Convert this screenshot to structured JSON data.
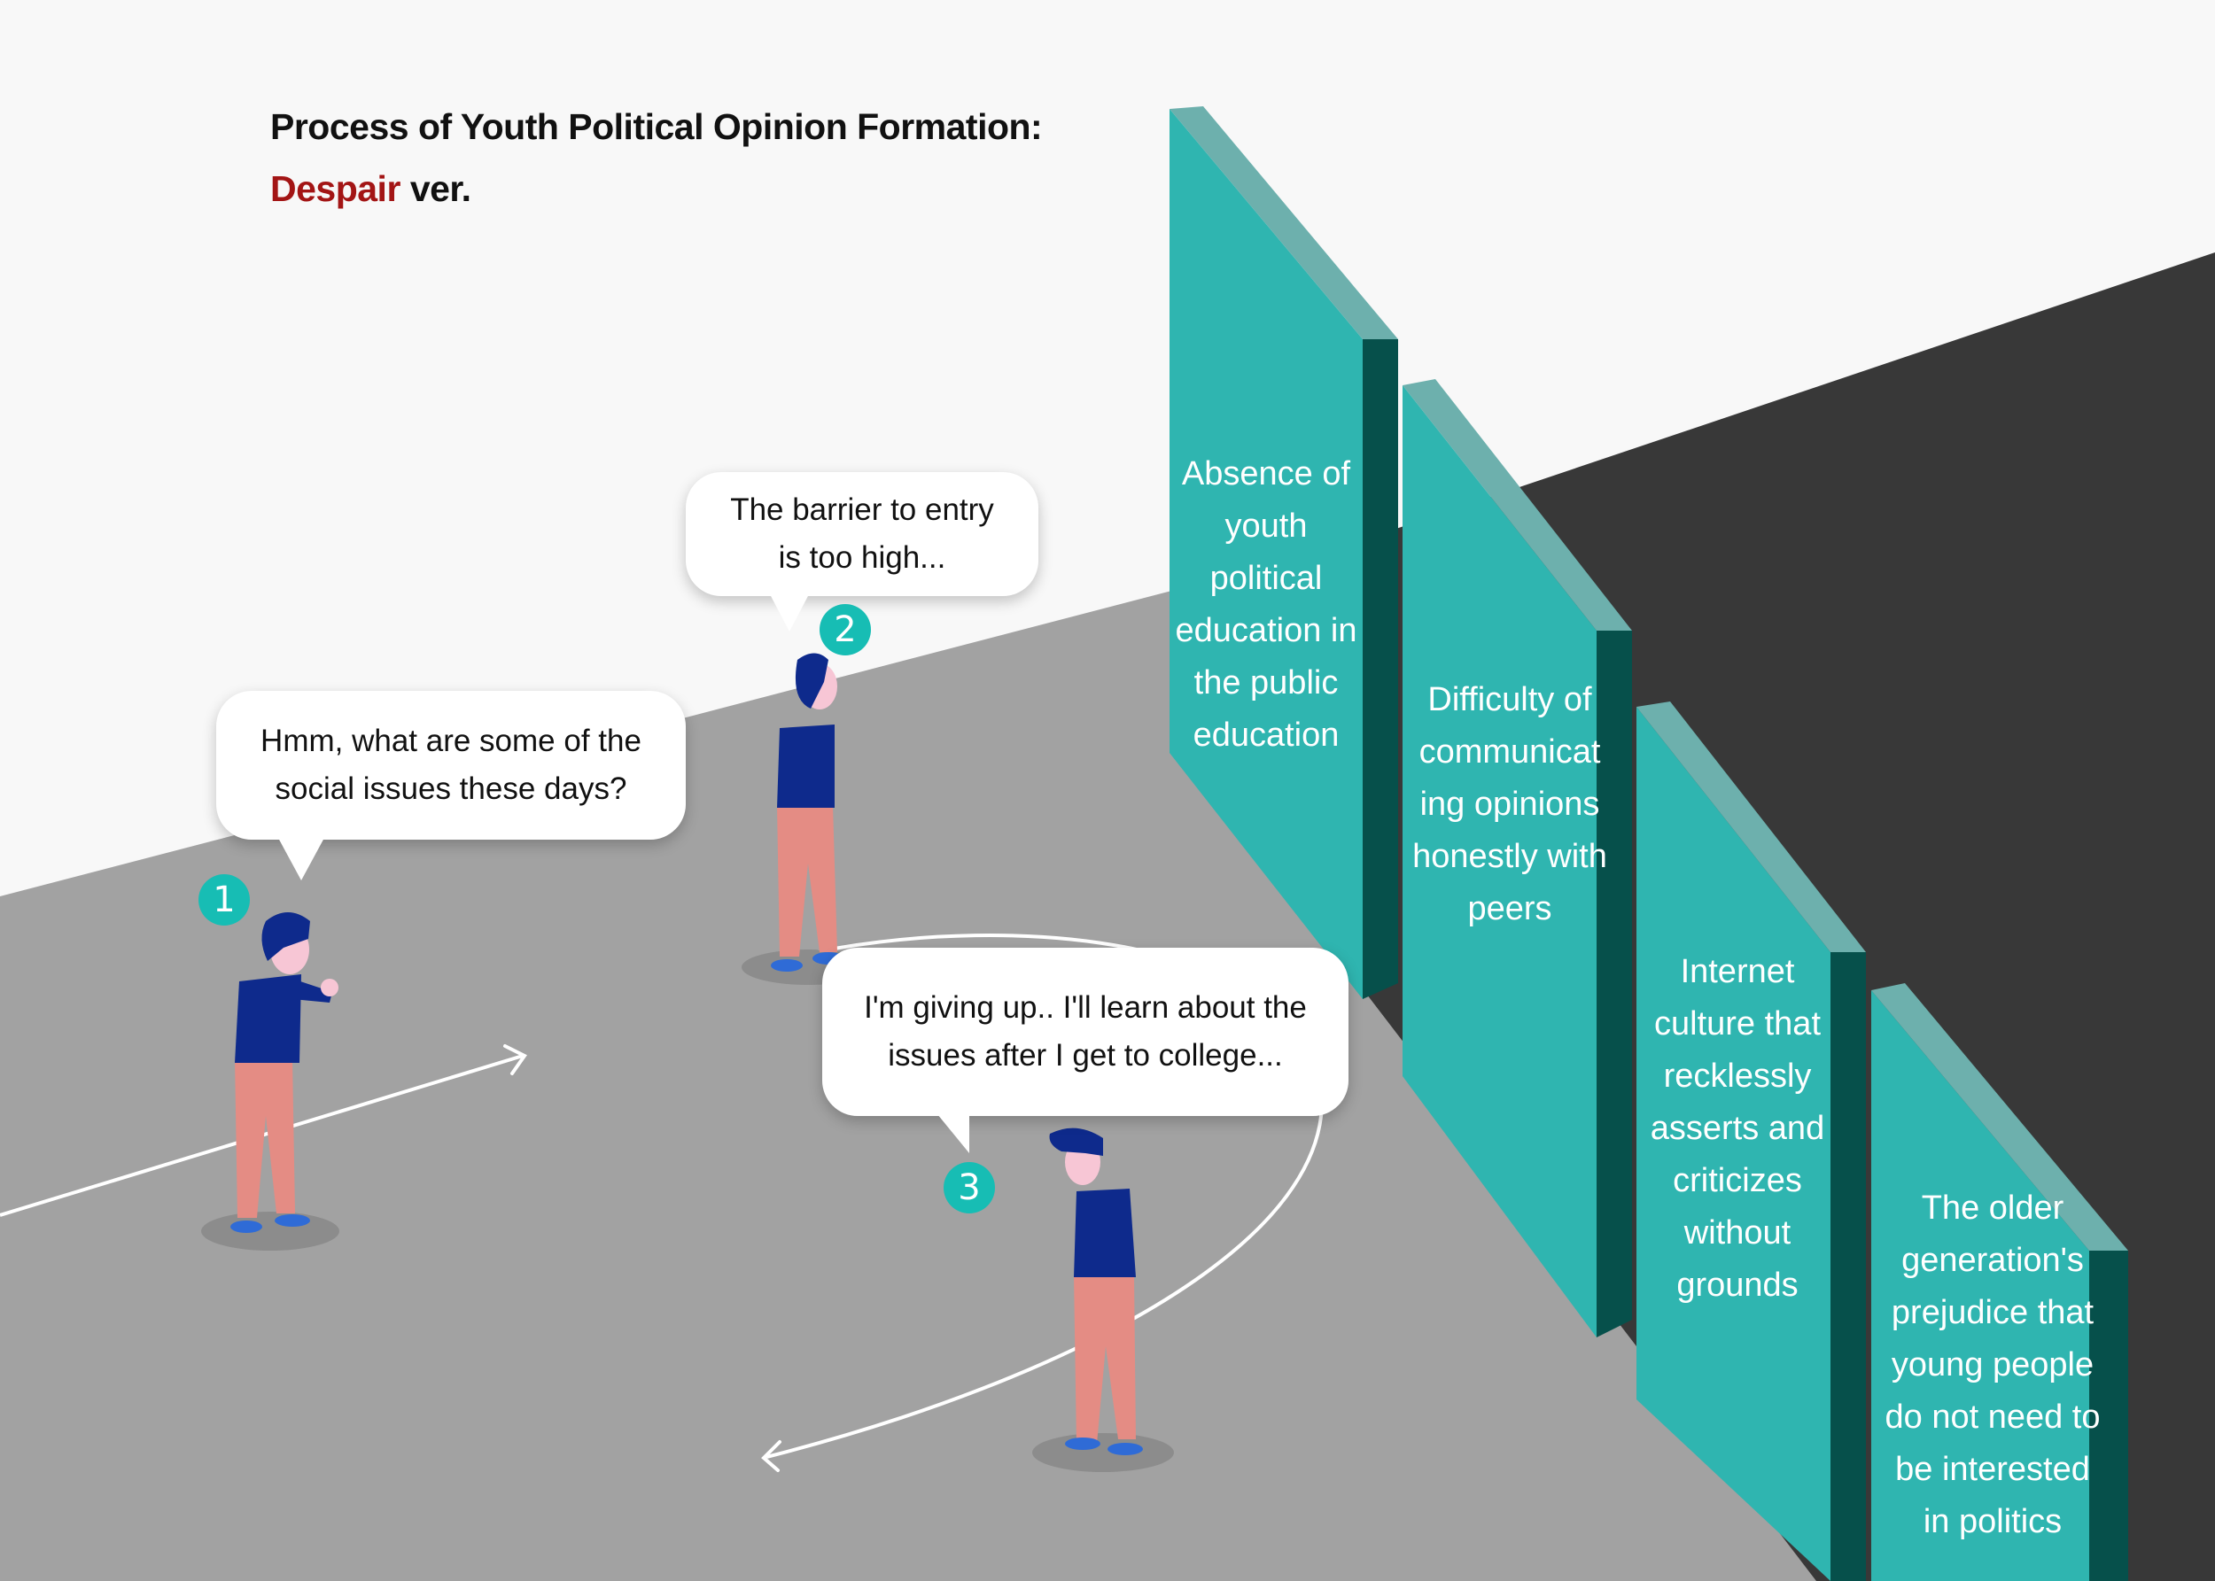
{
  "title": {
    "line1": "Process of Youth Political Opinion Formation:",
    "accent_word": "Despair",
    "line2_rest": " ver."
  },
  "steps": [
    {
      "number": "1",
      "speech_line1": "Hmm, what are some of the",
      "speech_line2": "social issues these days?"
    },
    {
      "number": "2",
      "speech_line1": "The barrier to entry",
      "speech_line2": "is too high..."
    },
    {
      "number": "3",
      "speech_line1": "I'm giving up.. I'll learn about the",
      "speech_line2": "issues after I get to college..."
    }
  ],
  "barriers": [
    {
      "lines": [
        "Absence of",
        "youth",
        "political",
        "education in",
        "the public",
        "education"
      ]
    },
    {
      "lines": [
        "Difficulty of",
        "communicat",
        "ing opinions",
        "honestly with",
        "peers"
      ]
    },
    {
      "lines": [
        "Internet",
        "culture that",
        "recklessly",
        "asserts and",
        "criticizes",
        "without",
        "grounds"
      ]
    },
    {
      "lines": [
        "The older",
        "generation's",
        "prejudice that",
        "young people",
        "do not need to",
        "be interested",
        "in politics"
      ]
    }
  ],
  "colors": {
    "accent_red": "#a31515",
    "teal": "#17bdb4",
    "wall_front": "#2fb5b0",
    "wall_top": "#6db0ad",
    "wall_side": "#06504b",
    "floor": "#a2a2a2",
    "dark_area": "#383838",
    "background": "#f8f8f8"
  }
}
